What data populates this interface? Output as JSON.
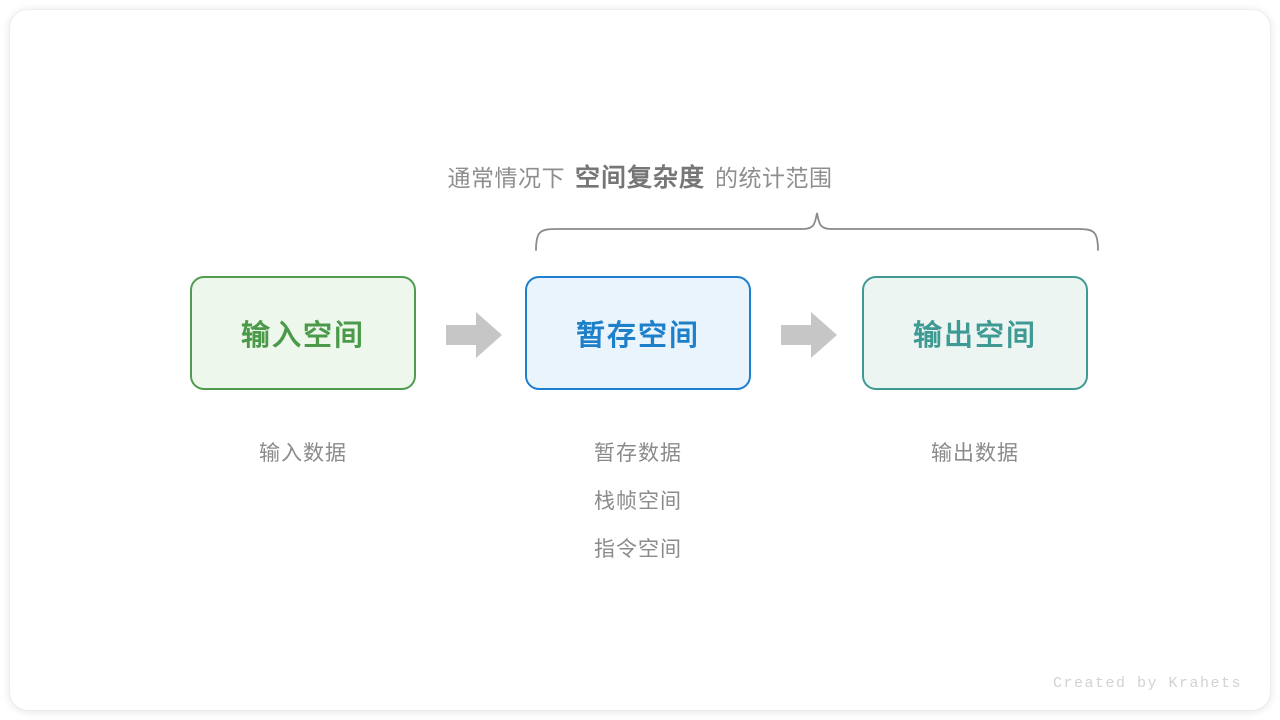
{
  "diagram": {
    "caption": {
      "prefix": "通常情况下",
      "emphasis": "空间复杂度",
      "suffix": "的统计范围"
    },
    "brace": {
      "label": "curly-brace-spanning-temp-and-output",
      "color": "#8a8a8a"
    },
    "stages": [
      {
        "id": "input",
        "box_label": "输入空间",
        "border_color": "#4f9b4f",
        "fill_color": "#eef7ec",
        "text_color": "#4a9a4a",
        "sub_labels": [
          "输入数据"
        ]
      },
      {
        "id": "temp",
        "box_label": "暂存空间",
        "border_color": "#1c7fd0",
        "fill_color": "#e9f4fd",
        "text_color": "#1d80c9",
        "sub_labels": [
          "暂存数据",
          "栈帧空间",
          "指令空间"
        ]
      },
      {
        "id": "output",
        "box_label": "输出空间",
        "border_color": "#3f9a94",
        "fill_color": "#edf5f3",
        "text_color": "#3f9a94",
        "sub_labels": [
          "输出数据"
        ]
      }
    ],
    "arrows": {
      "color": "#c6c6c6",
      "count": 2
    },
    "watermark": "Created by Krahets"
  }
}
